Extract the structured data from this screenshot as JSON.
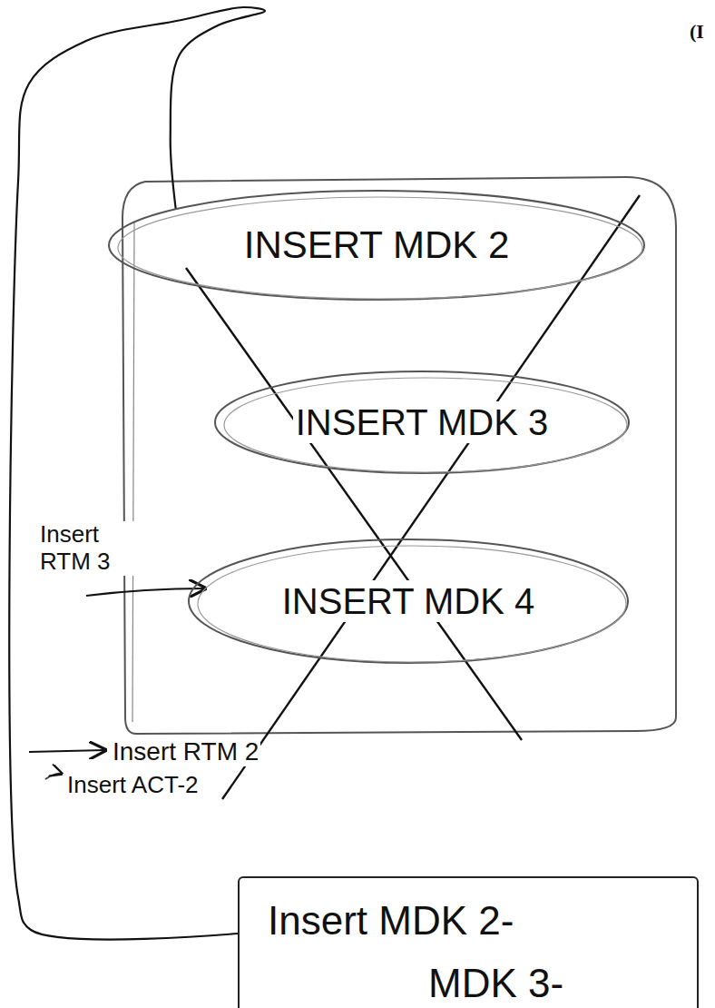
{
  "diagram": {
    "nodes": [
      {
        "text": [
          "INSERT MDK 2"
        ]
      },
      {
        "text": [
          "INSERT MDK 3"
        ]
      },
      {
        "text": [
          "INSERT MDK 4"
        ]
      },
      {
        "text": [
          "Insert MDK 2-",
          "MDK 3-"
        ]
      }
    ],
    "edges": [
      {
        "from": 0,
        "to": 3,
        "arrow": "none"
      }
    ],
    "labels": [
      "(I",
      "Insert RTM 3",
      "Insert RTM 2",
      "Insert ACT-2"
    ]
  }
}
